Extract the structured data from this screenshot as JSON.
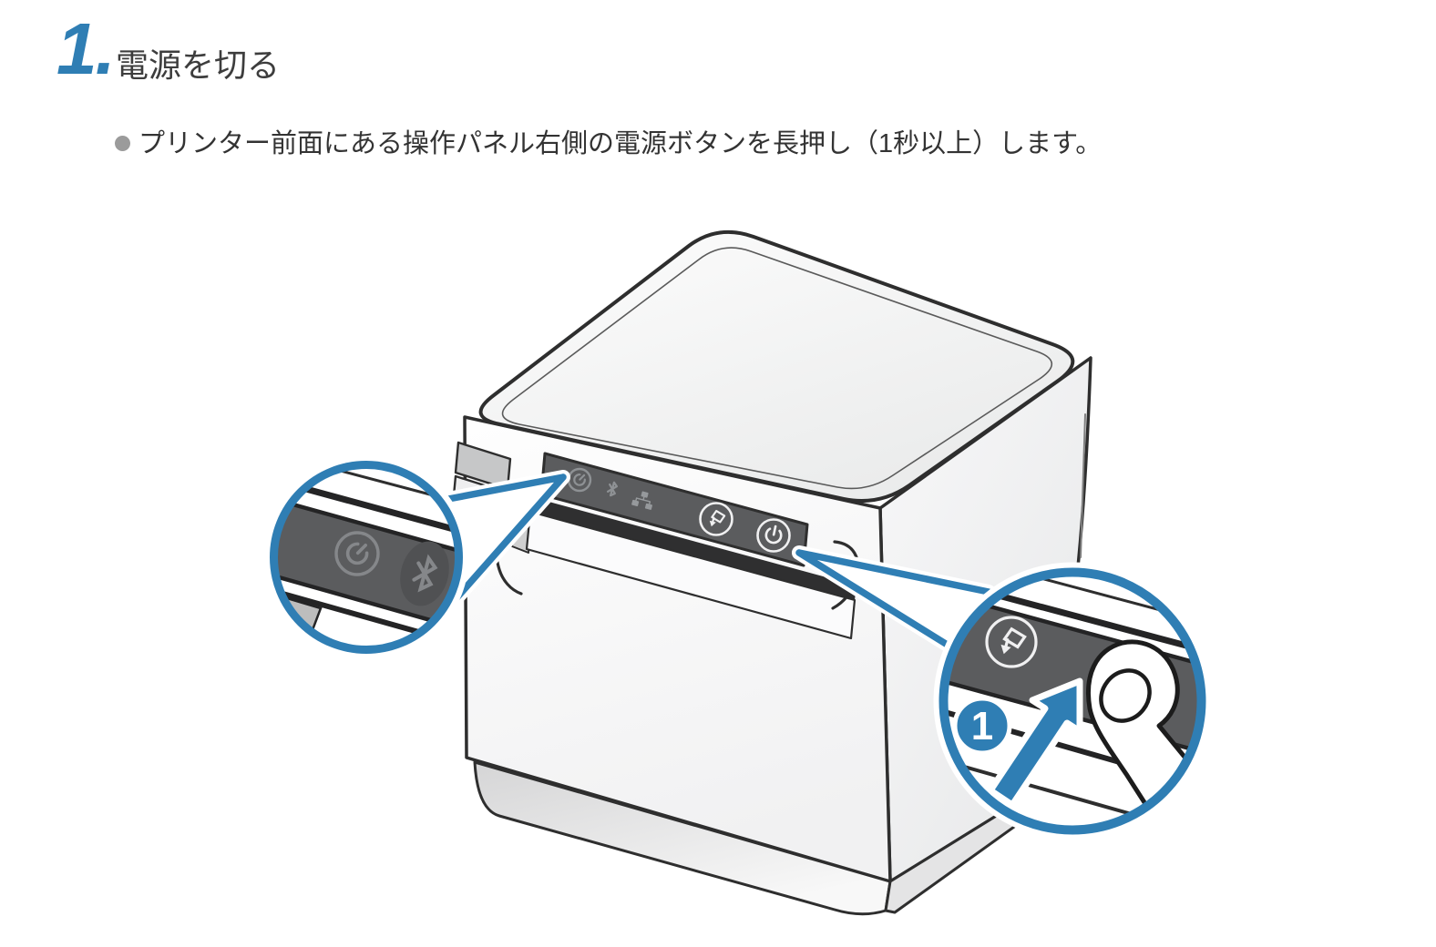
{
  "step": {
    "number": "1.",
    "title": "電源を切る"
  },
  "instruction": {
    "text": "プリンター前面にある操作パネル右側の電源ボタンを長押し（1秒以上）します。"
  },
  "illustration": {
    "badge_label": "1",
    "device": "receipt-printer-front-view",
    "panel_leds": [
      "power-led-icon",
      "bluetooth-icon",
      "ethernet-icon"
    ],
    "panel_buttons": [
      "paper-feed-button",
      "power-button"
    ],
    "magnifiers": [
      "led-panel-magnifier",
      "power-button-magnifier"
    ],
    "pointer": "finger-pressing-power-button",
    "arrow": "press-arrow-icon"
  },
  "colors": {
    "accent_blue": "#2F7EB4",
    "panel_gray": "#5B5C5E",
    "led_icon_gray": "#8E9194",
    "button_icon_white": "#F0F0F1",
    "outline_dark": "#2E2E2E",
    "bullet_gray": "#9B9B9B",
    "heading_text": "#3D3D3D",
    "body_text": "#333333"
  }
}
